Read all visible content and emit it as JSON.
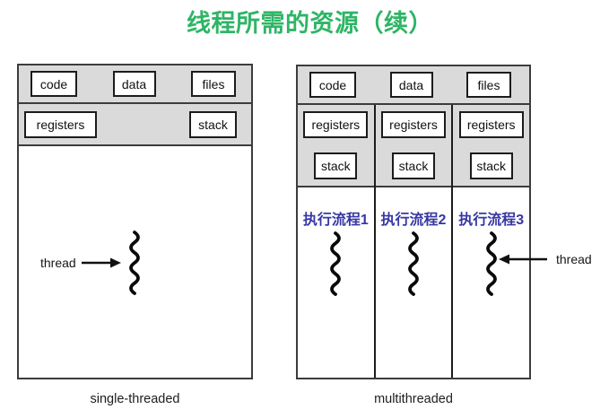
{
  "title": "线程所需的资源（续）",
  "colors": {
    "title_green": "#2eb565",
    "flow_blue": "#3737a3",
    "band_gray": "#dadada"
  },
  "single": {
    "header_boxes": [
      "code",
      "data",
      "files"
    ],
    "registers_label": "registers",
    "stack_label": "stack",
    "thread_label": "thread",
    "caption": "single-threaded"
  },
  "multi": {
    "header_boxes": [
      "code",
      "data",
      "files"
    ],
    "columns": [
      {
        "registers_label": "registers",
        "stack_label": "stack",
        "flow_label": "执行流程1"
      },
      {
        "registers_label": "registers",
        "stack_label": "stack",
        "flow_label": "执行流程2"
      },
      {
        "registers_label": "registers",
        "stack_label": "stack",
        "flow_label": "执行流程3"
      }
    ],
    "thread_label": "thread",
    "caption": "multithreaded"
  }
}
